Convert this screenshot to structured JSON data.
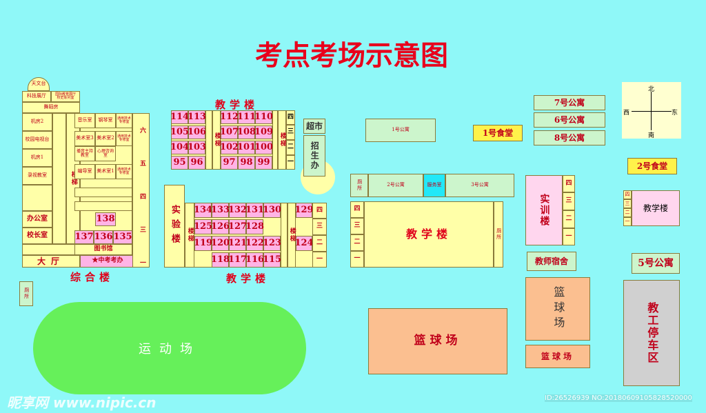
{
  "title": "考点考场示意图",
  "compass": {
    "north": "北",
    "south": "南",
    "east": "东",
    "west": "西"
  },
  "buildings": {
    "zonghe": {
      "label": "综合楼",
      "tianwen": "天文台",
      "keji": "科技展厅",
      "guoji": "国际教育展厅",
      "shipin": "校史陈列室",
      "wudao": "舞蹈房",
      "jifang2": "机房2",
      "dianshi": "校园电视台",
      "jifang1": "机房1",
      "shipin_jiaoshi": "录视教室",
      "bangong": "办公室",
      "xiaozhang": "校长室",
      "dating": "大厅",
      "yinyue": "音乐室",
      "gangqin": "钢琴室",
      "tongyong1": "通用技术专修室",
      "meishu3": "美术室3",
      "meishu2": "美术室2",
      "tongyong2": "通用技术专修室",
      "zhuchi": "播音主持教室",
      "xinli": "心理咨询室",
      "biandao": "编导室",
      "meishu1": "美术室1",
      "tongyong3": "通用技术专修室",
      "tushuguan": "图书馆",
      "zhongkao": "★中考考办",
      "ti": "楼梯"
    },
    "room138": "138",
    "row1": [
      "137",
      "136",
      "135"
    ],
    "jiaoxue_top": {
      "label": "教学楼",
      "rows": [
        [
          "114",
          "113"
        ],
        [
          "105",
          "106"
        ],
        [
          "104",
          "103"
        ],
        [
          "95",
          "96"
        ]
      ],
      "rows_r": [
        [
          "112",
          "111",
          "110"
        ],
        [
          "107",
          "108",
          "109"
        ],
        [
          "102",
          "101",
          "100"
        ],
        [
          "97",
          "98",
          "99"
        ]
      ],
      "ti": "楼梯",
      "floors": [
        "四",
        "三",
        "二",
        "一"
      ]
    },
    "shiyan": "实验楼",
    "jiaoxue_bot": {
      "label": "教学楼",
      "r1": [
        "134",
        "133",
        "132",
        "131",
        "130"
      ],
      "r2": [
        "125",
        "126",
        "127",
        "128"
      ],
      "r3": [
        "119",
        "120",
        "121",
        "122",
        "123"
      ],
      "r4": [
        "118",
        "117",
        "116",
        "115"
      ],
      "ra": [
        "129"
      ],
      "rb": [
        "124"
      ],
      "ti": "楼梯",
      "floors": [
        "四",
        "三",
        "二",
        "一"
      ]
    },
    "liu": "六",
    "wu": "五",
    "si": "四",
    "san": "三",
    "er": "二",
    "yi": "一",
    "chaoshi": "超市",
    "zhaosheng": "招生办",
    "gongyu1": "1号公寓",
    "gongyu2": "2号公寓",
    "fuwu": "服务室",
    "gongyu3": "3号公寓",
    "cesuo": "厕所",
    "jiaoxue_main": "教学楼",
    "gongyu7": "7号公寓",
    "gongyu6": "6号公寓",
    "gongyu8": "8号公寓",
    "shitang1": "1号食堂",
    "shitang2": "2号食堂",
    "shixun": "实训楼",
    "jiaoxue_e": "教学楼",
    "gongyu5": "5号公寓",
    "sushe": "教师宿舍",
    "lanqiu_v": "篮球场",
    "lanqiu_big": "篮球场",
    "lanqiu_small": "篮球场",
    "parking": "教工停车区",
    "yundong": "运动场"
  },
  "watermark": {
    "site": "昵享网 www.nipic.cn",
    "id": "ID:26526939 NO:20180609105828520000"
  },
  "colors": {
    "bg": "#8ff8f8",
    "yellow": "#ffffa8",
    "pink": "#ffb4e6",
    "green": "#ccf5cc",
    "field": "#66f05a",
    "court": "#fbbf90",
    "red": "#e0001a"
  }
}
